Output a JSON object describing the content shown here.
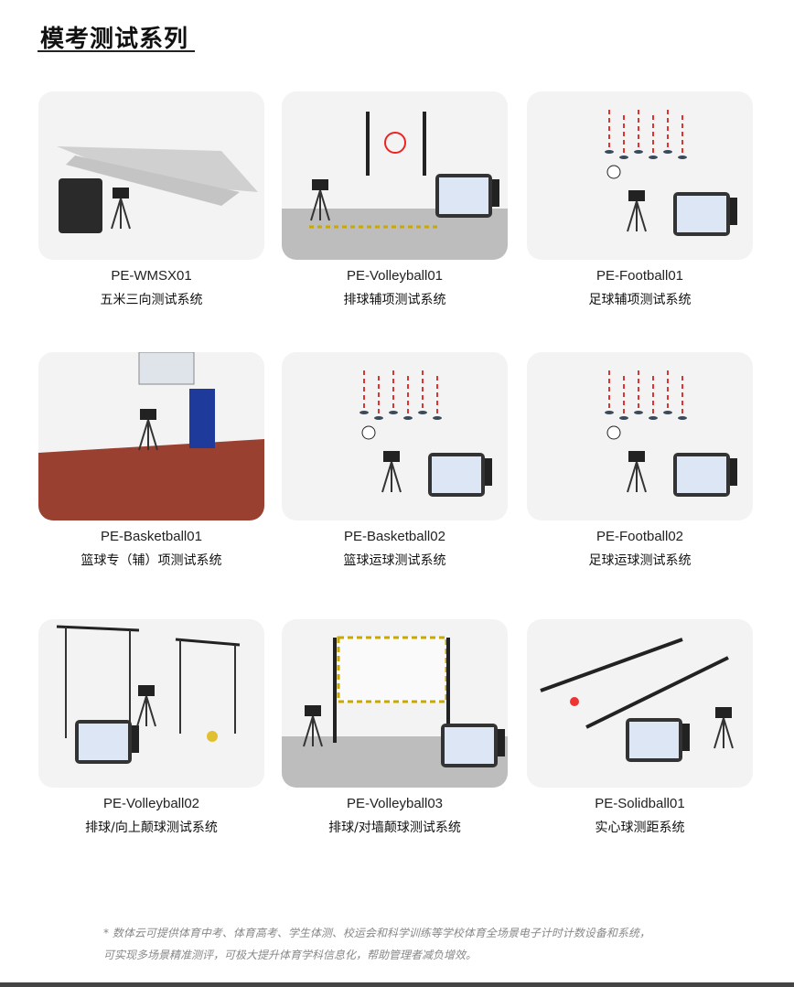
{
  "page_title": "模考测试系列",
  "products": [
    {
      "model": "PE-WMSX01",
      "name": "五米三向测试系统",
      "scene": "floor"
    },
    {
      "model": "PE-Volleyball01",
      "name": "排球辅项测试系统",
      "scene": "volley-wall"
    },
    {
      "model": "PE-Football01",
      "name": "足球辅项测试系统",
      "scene": "poles"
    },
    {
      "model": "PE-Basketball01",
      "name": "篮球专（辅）项测试系统",
      "scene": "court"
    },
    {
      "model": "PE-Basketball02",
      "name": "篮球运球测试系统",
      "scene": "poles"
    },
    {
      "model": "PE-Football02",
      "name": "足球运球测试系统",
      "scene": "poles"
    },
    {
      "model": "PE-Volleyball02",
      "name": "排球/向上颠球测试系统",
      "scene": "frames"
    },
    {
      "model": "PE-Volleyball03",
      "name": "排球/对墙颠球测试系统",
      "scene": "volley-net"
    },
    {
      "model": "PE-Solidball01",
      "name": "实心球测距系统",
      "scene": "rails"
    }
  ],
  "footnote": {
    "line1": "*   数体云可提供体育中考、体育高考、学生体测、校运会和科学训练等学校体育全场景电子计时计数设备和系统，",
    "line2": "可实现多场景精准测评，可极大提升体育学科信息化，帮助管理者减负增效。"
  }
}
